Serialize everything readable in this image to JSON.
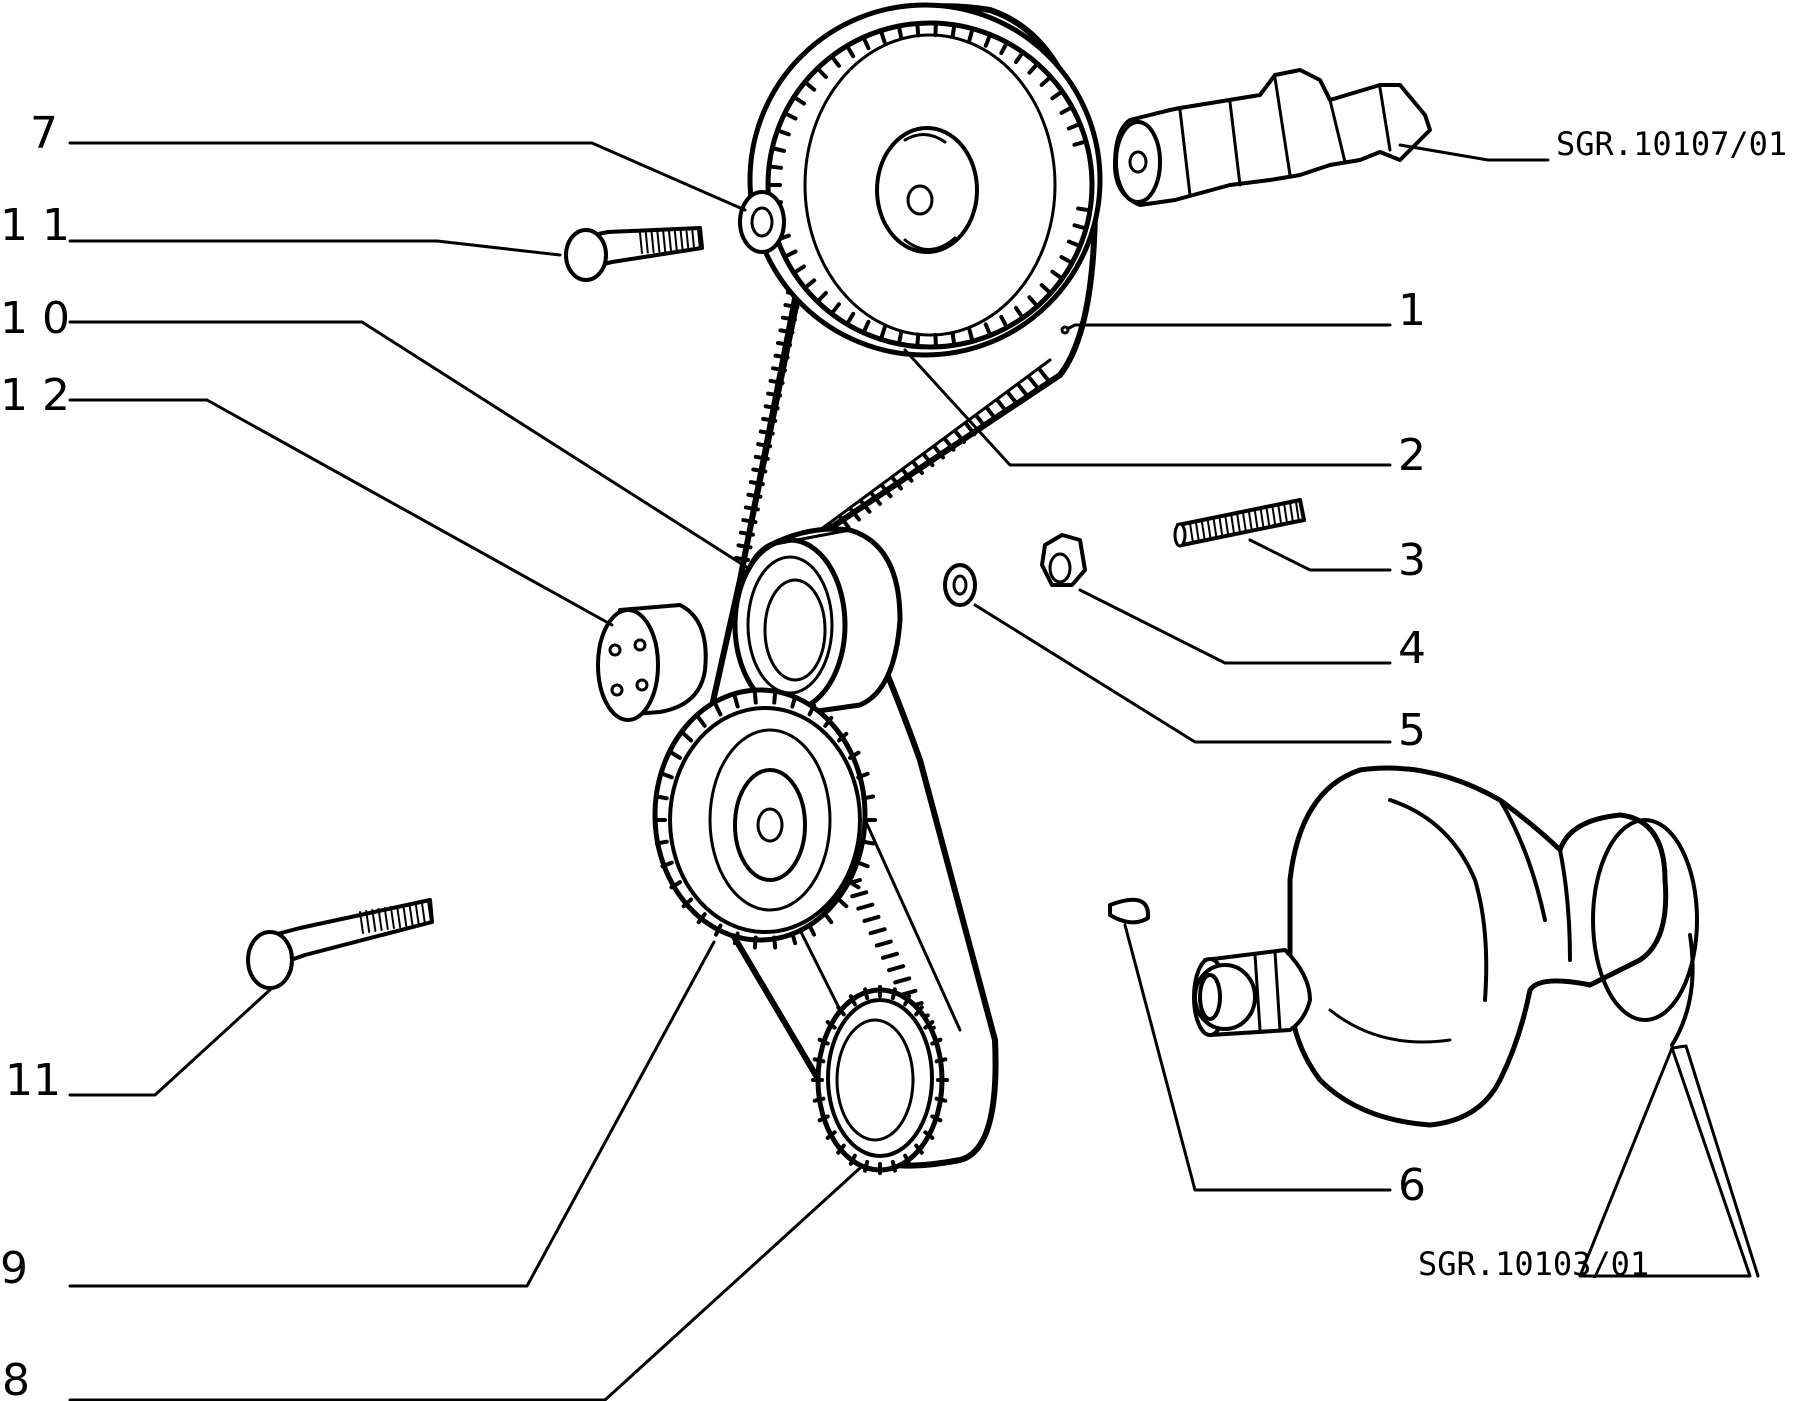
{
  "callouts": {
    "c1": "1",
    "c2": "2",
    "c3": "3",
    "c4": "4",
    "c5": "5",
    "c6": "6",
    "c7": "7",
    "c8": "8",
    "c9": "9",
    "c10": "1 0",
    "c11a": "1 1",
    "c11b": "11",
    "c12": "1 2"
  },
  "refs": {
    "camshaft": "SGR.10107/01",
    "crankshaft": "SGR.10103/01"
  },
  "colors": {
    "ink": "#000000",
    "background": "#ffffff"
  }
}
